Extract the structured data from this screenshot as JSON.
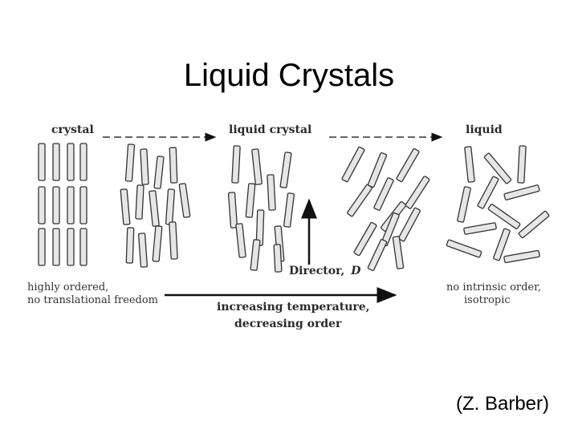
{
  "slide": {
    "title": "Liquid Crystals",
    "credit": "(Z. Barber)"
  },
  "diagram": {
    "phase_labels": {
      "crystal": "crystal",
      "liquid_crystal": "liquid crystal",
      "liquid": "liquid"
    },
    "crystal_note": [
      "highly ordered,",
      "no translational freedom"
    ],
    "liquid_note": [
      "no intrinsic order,",
      "isotropic"
    ],
    "director_label": "Director,",
    "director_symbol": "D",
    "temperature_label": [
      "increasing temperature,",
      "decreasing order"
    ]
  },
  "colors": {
    "rod_fill": "#e6e6e6",
    "rod_stroke": "#333333",
    "arrow": "#111111"
  }
}
